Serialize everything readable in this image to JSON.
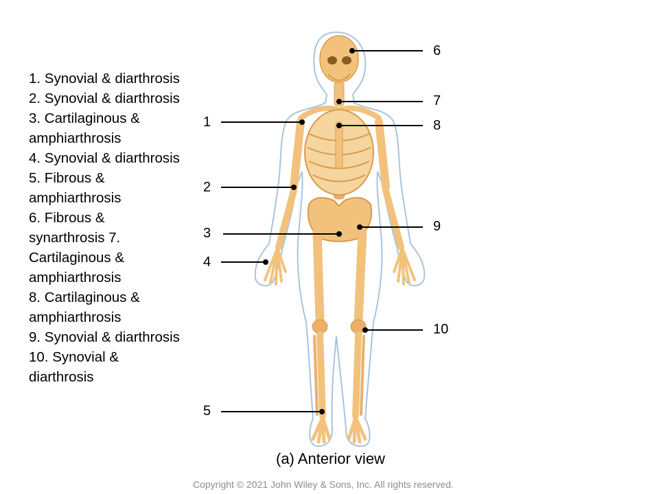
{
  "answers": [
    "1. Synovial & diarthrosis",
    "2. Synovial & diarthrosis",
    "3. Cartilaginous &",
    "amphiarthrosis",
    "4. Synovial & diarthrosis",
    "5. Fibrous &",
    "amphiarthrosis",
    "6. Fibrous &",
    "synarthrosis 7.",
    "Cartilaginous &",
    "amphiarthrosis",
    "8. Cartilaginous &",
    "amphiarthrosis",
    "9. Synovial & diarthrosis",
    "10. Synovial &",
    "diarthrosis"
  ],
  "labels": {
    "l1": "1",
    "l2": "2",
    "l3": "3",
    "l4": "4",
    "l5": "5",
    "l6": "6",
    "l7": "7",
    "l8": "8",
    "l9": "9",
    "l10": "10"
  },
  "caption": "(a) Anterior view",
  "copyright": "Copyright © 2021 John Wiley & Sons, Inc. All rights reserved.",
  "colors": {
    "bone": "#f2c27c",
    "bone_dark": "#d79a4c",
    "outline": "#a9c4dc",
    "leader": "#000000"
  }
}
